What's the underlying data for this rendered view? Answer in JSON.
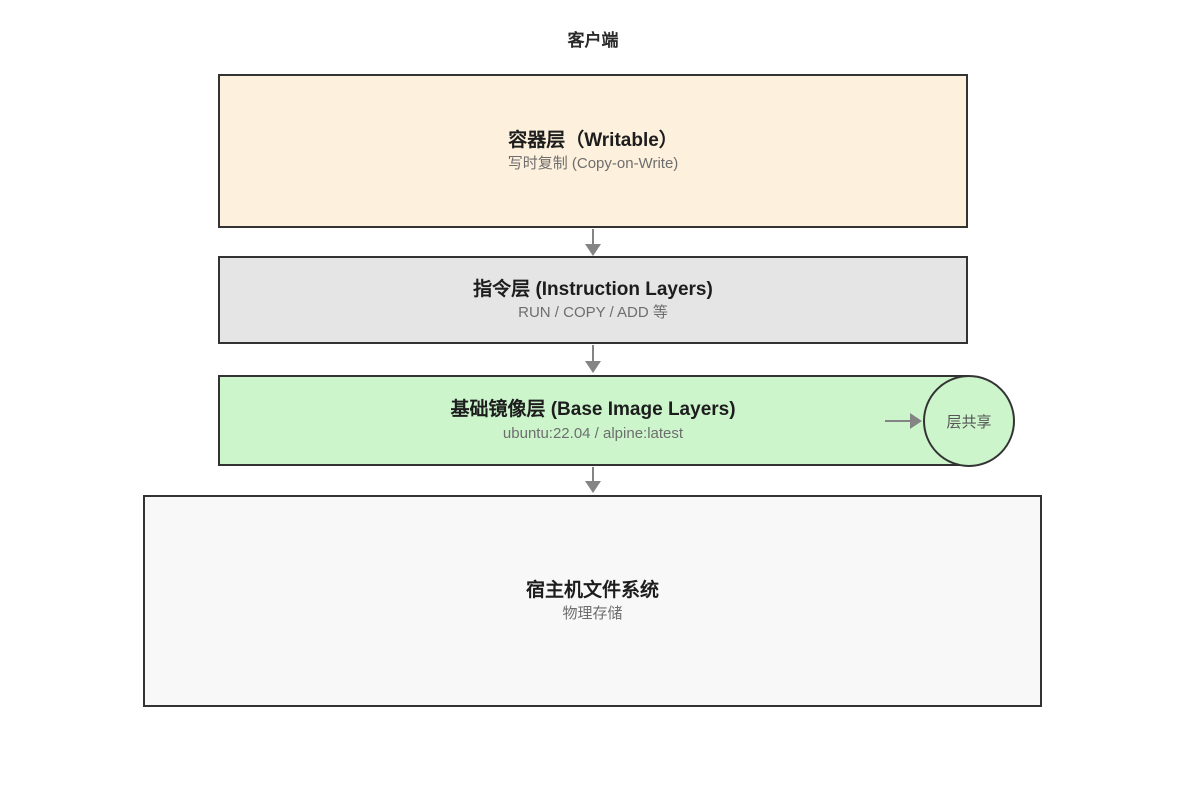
{
  "diagram": {
    "title": "客户端",
    "layers": [
      {
        "id": "container-layer",
        "title": "容器层（Writable）",
        "subtitle": "写时复制 (Copy-on-Write)",
        "fill": "#fdf0dc"
      },
      {
        "id": "instruction-layer",
        "title": "指令层 (Instruction Layers)",
        "subtitle": "RUN / COPY / ADD 等",
        "fill": "#e5e5e5"
      },
      {
        "id": "base-image-layer",
        "title": "基础镜像层 (Base Image Layers)",
        "subtitle": "ubuntu:22.04 / alpine:latest",
        "fill": "#ccf5cc"
      },
      {
        "id": "host-filesystem",
        "title": "宿主机文件系统",
        "subtitle": "物理存储",
        "fill": "#f8f8f8"
      }
    ],
    "share_badge": {
      "label": "层共享",
      "fill": "#ccf5cc"
    },
    "colors": {
      "background": "#ffffff",
      "border": "#333333",
      "arrow": "#848484",
      "title_text": "#1d1d1d",
      "subtitle_text": "#6e6e6e"
    },
    "icons": {
      "down_arrows": "arrow-down-icon",
      "right_arrow": "arrow-right-icon"
    }
  }
}
